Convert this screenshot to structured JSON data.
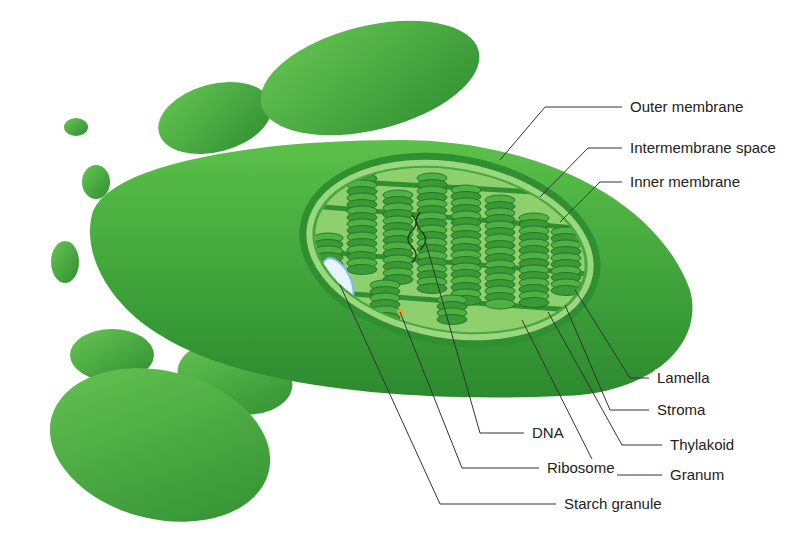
{
  "diagram": {
    "labels": [
      "Outer membrane",
      "Intermembrane space",
      "Inner membrane",
      "Lamella",
      "Stroma",
      "Thylakoid",
      "Granum",
      "DNA",
      "Ribosome",
      "Starch granule"
    ]
  }
}
